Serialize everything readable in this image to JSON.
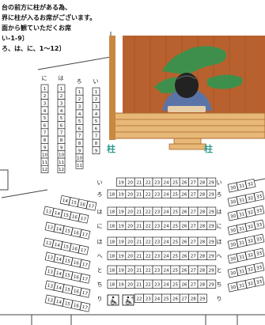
{
  "notes": {
    "line1": "台の前方に柱がある為、",
    "line2": "界に柱が入るお席がございます。",
    "line3": "面から観ていただくお席",
    "line4": "い-1-9〕",
    "line5": "ろ、は、に、1〜12〕"
  },
  "stage": {
    "pillar_left": "柱",
    "pillar_right": "柱"
  },
  "side_block": {
    "columns": [
      {
        "label": "に",
        "numbers": [
          "1",
          "2",
          "3",
          "4",
          "5",
          "6",
          "7",
          "8",
          "9",
          "10",
          "11",
          "12"
        ]
      },
      {
        "label": "は",
        "numbers": [
          "1",
          "2",
          "3",
          "4",
          "5",
          "6",
          "7",
          "8",
          "9",
          "10",
          "11",
          "12"
        ]
      },
      {
        "label": "ろ",
        "numbers": [
          "1",
          "2",
          "3",
          "4",
          "5",
          "6",
          "7",
          "8",
          "9",
          "10",
          "11"
        ]
      },
      {
        "label": "い",
        "numbers": [
          "1",
          "2",
          "3",
          "4",
          "5",
          "6",
          "7",
          "8",
          "9"
        ]
      }
    ]
  },
  "center_block": {
    "rows": [
      {
        "label": "い",
        "seats": [
          "19",
          "20",
          "21",
          "22",
          "23",
          "24",
          "25",
          "26",
          "27",
          "28",
          "29"
        ]
      },
      {
        "label": "ろ",
        "seats": [
          "18",
          "19",
          "20",
          "21",
          "22",
          "23",
          "24",
          "25",
          "26",
          "27",
          "28",
          "29"
        ]
      },
      {
        "label": "は",
        "seats": [
          "18",
          "19",
          "20",
          "21",
          "22",
          "23",
          "24",
          "25",
          "26",
          "27",
          "28",
          "29"
        ]
      },
      {
        "label": "に",
        "seats": [
          "18",
          "19",
          "20",
          "21",
          "22",
          "23",
          "24",
          "25",
          "26",
          "27",
          "28",
          "29"
        ]
      },
      {
        "label": "ほ",
        "seats": [
          "18",
          "19",
          "20",
          "21",
          "22",
          "23",
          "24",
          "25",
          "26",
          "27",
          "28",
          "29"
        ]
      },
      {
        "label": "へ",
        "seats": [
          "18",
          "19",
          "20",
          "21",
          "22",
          "23",
          "24",
          "25",
          "26",
          "27",
          "28",
          "29"
        ]
      },
      {
        "label": "と",
        "seats": [
          "18",
          "19",
          "20",
          "21",
          "22",
          "23",
          "24",
          "25",
          "26",
          "27",
          "28",
          "29"
        ]
      },
      {
        "label": "ち",
        "seats": [
          "18",
          "19",
          "20",
          "21",
          "22",
          "23",
          "24",
          "25",
          "26",
          "27",
          "28",
          "29"
        ]
      },
      {
        "label": "り",
        "seats": [
          "22",
          "23",
          "24",
          "25",
          "26",
          "27",
          "28",
          "29"
        ]
      }
    ]
  },
  "left_wing": {
    "rows": [
      [
        "14",
        "15",
        "16",
        "17"
      ],
      [
        "13",
        "14",
        "15",
        "16",
        "17"
      ],
      [
        "13",
        "14",
        "15",
        "16",
        "17"
      ],
      [
        "13",
        "14",
        "15",
        "16",
        "17"
      ],
      [
        "13",
        "14",
        "15",
        "16",
        "17"
      ],
      [
        "13",
        "14",
        "15",
        "16",
        "17"
      ],
      [
        "13",
        "14",
        "15",
        "16",
        "17"
      ],
      [
        "13",
        "14",
        "15",
        "16",
        "17"
      ]
    ]
  },
  "right_wing": {
    "rows": [
      [
        "30",
        "31",
        "32"
      ],
      [
        "30",
        "31",
        "32",
        "33"
      ],
      [
        "30",
        "31",
        "32",
        "33"
      ],
      [
        "30",
        "31",
        "32",
        "33"
      ],
      [
        "30",
        "31",
        "32",
        "33"
      ],
      [
        "30",
        "31",
        "32",
        "33"
      ],
      [
        "30",
        "31",
        "32",
        "33"
      ],
      [
        "30",
        "31",
        "32",
        "33"
      ]
    ],
    "row_labels": [
      "い",
      "ろ",
      "は",
      "に",
      "ほ",
      "へ",
      "と",
      "ち",
      "り"
    ]
  },
  "wheelchair_icons": [
    "wheelchair",
    "wheelchair-companion"
  ],
  "colors": {
    "stage_wood": "#b8612e",
    "stage_floor": "#e8b877",
    "pillar": "#c8883f",
    "pine": "#3f8f4c",
    "teal_text": "#2a9a8c",
    "seat_border": "#222222"
  }
}
